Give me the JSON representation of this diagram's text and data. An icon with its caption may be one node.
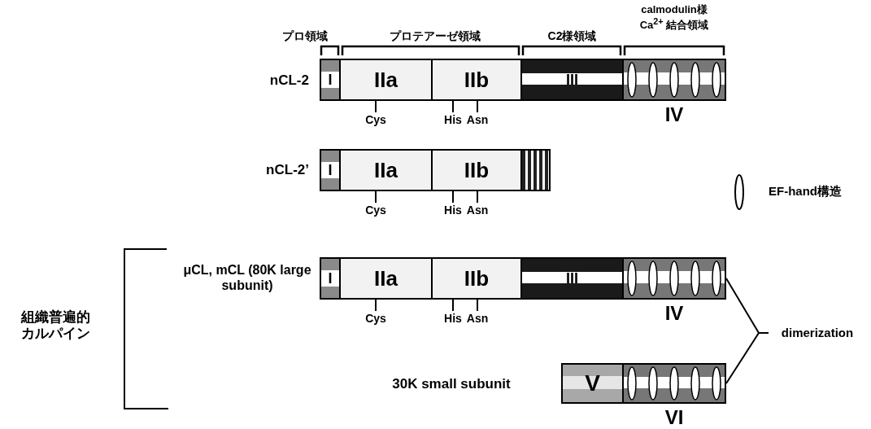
{
  "diagram": {
    "nodes": [
      {
        "text": [
          "I"
        ]
      },
      {
        "text": [
          "IIa"
        ]
      },
      {
        "text": [
          "IIb"
        ]
      },
      {
        "text": [
          "III"
        ]
      },
      {
        "text": [
          "IV"
        ]
      },
      {
        "text": [
          "Cys"
        ]
      },
      {
        "text": [
          "His"
        ]
      },
      {
        "text": [
          "Asn"
        ]
      },
      {
        "text": [
          "I"
        ]
      },
      {
        "text": [
          "IIa"
        ]
      },
      {
        "text": [
          "IIb"
        ]
      },
      {
        "text": [],
        "shape": "box"
      },
      {
        "text": [
          "Cys"
        ]
      },
      {
        "text": [
          "His"
        ]
      },
      {
        "text": [
          "Asn"
        ]
      },
      {
        "text": [
          "I"
        ]
      },
      {
        "text": [
          "IIa"
        ]
      },
      {
        "text": [
          "IIb"
        ]
      },
      {
        "text": [
          "III"
        ]
      },
      {
        "text": [
          "IV"
        ]
      },
      {
        "text": [
          "Cys"
        ]
      },
      {
        "text": [
          "His"
        ]
      },
      {
        "text": [
          "Asn"
        ]
      },
      {
        "text": [
          "dimerization"
        ]
      },
      {
        "text": [
          "V"
        ]
      },
      {
        "text": [
          "VI"
        ]
      }
    ],
    "edges": [
      {
        "from": 5,
        "to": 1,
        "arrow": "none"
      },
      {
        "from": 6,
        "to": 2,
        "arrow": "none"
      },
      {
        "from": 7,
        "to": 2,
        "arrow": "none"
      },
      {
        "from": 12,
        "to": 9,
        "arrow": "none"
      },
      {
        "from": 13,
        "to": 10,
        "arrow": "none"
      },
      {
        "from": 14,
        "to": 10,
        "arrow": "none"
      },
      {
        "from": 20,
        "to": 16,
        "arrow": "none"
      },
      {
        "from": 21,
        "to": 17,
        "arrow": "none"
      },
      {
        "from": 22,
        "to": 17,
        "arrow": "none"
      },
      {
        "from": 19,
        "to": 23,
        "arrow": "none"
      },
      {
        "from": 25,
        "to": 23,
        "arrow": "none"
      }
    ],
    "labels": [
      "calmodulin様 Ca$^{2+}$ 結合領域",
      "プロ領域",
      "プロテアーゼ領域",
      "C2様領域",
      "nCL-2",
      "nCL-2’",
      "μCL, mCL (80K large subunit)",
      "組織普遍的カルパイン",
      "30K small subunit"
    ],
    "legend": [
      {
        "text": "EF-hand構造"
      }
    ]
  }
}
